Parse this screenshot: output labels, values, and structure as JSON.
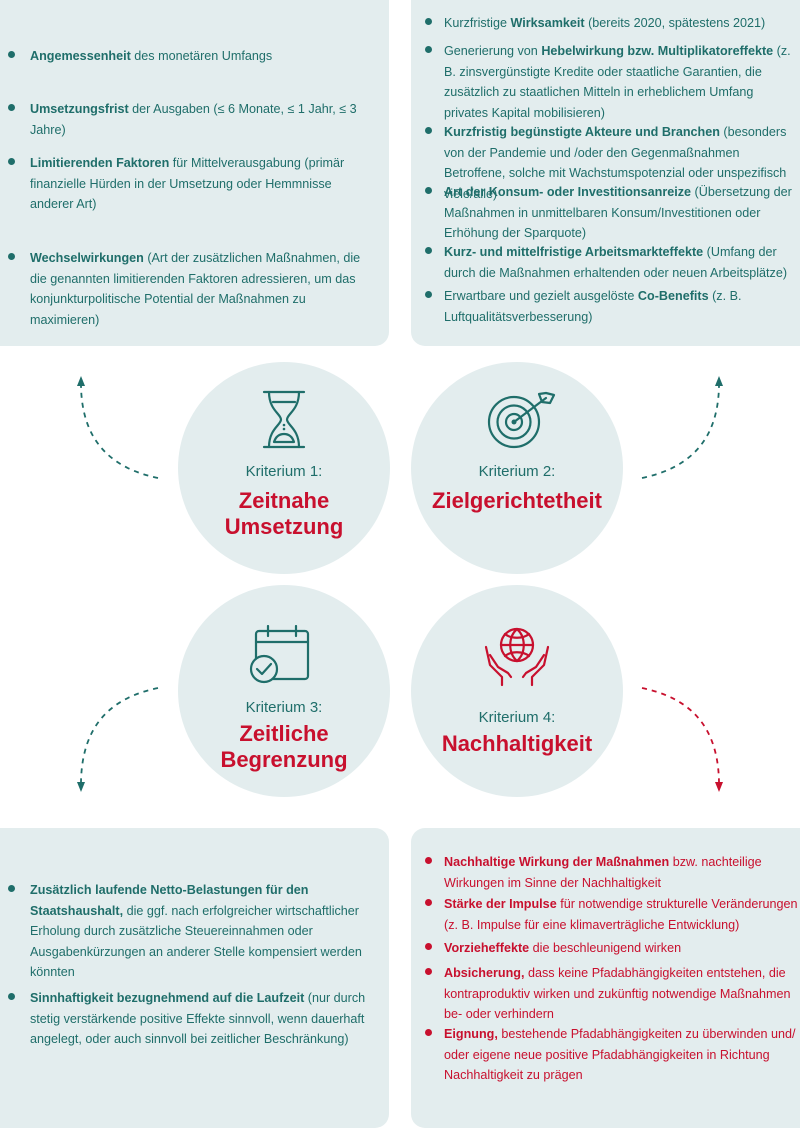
{
  "colors": {
    "teal": "#1f6e6a",
    "red": "#c8102e",
    "panel_bg": "#e3edee"
  },
  "panel_top_left": {
    "items": [
      {
        "bold": "Angemessenheit",
        "rest": " des monetären Umfangs"
      },
      {
        "bold": "Umsetzungsfrist",
        "rest": " der Ausgaben (≤ 6 Monate, ≤ 1 Jahr, ≤ 3 Jahre)"
      },
      {
        "bold": "Limitierenden Faktoren",
        "rest": " für Mittelverausgabung (primär finanzielle Hürden in der Umsetzung oder Hemmnisse anderer Art)"
      },
      {
        "bold": "Wechselwirkungen",
        "rest": " (Art der zusätzlichen Maßnahmen, die die genannten limitierenden Faktoren adressieren, um das konjunkturpolitische Potential der Maßnahmen zu maximieren)"
      }
    ]
  },
  "panel_top_right": {
    "items": [
      {
        "pre": "Kurzfristige ",
        "bold": "Wirksamkeit",
        "rest": " (bereits 2020, spätestens 2021)"
      },
      {
        "pre": "Generierung von ",
        "bold": "Hebelwirkung bzw. Multiplikatoreffekte",
        "rest": " (z. B. zinsvergünstigte Kredite oder staatliche Garantien, die zusätzlich zu staatlichen Mitteln in erheblichem Umfang privates Kapital mobilisieren)"
      },
      {
        "pre": "",
        "bold": "Kurzfristig begünstigte Akteure und Branchen",
        "rest": "  (besonders von der Pandemie und /oder den Gegenmaßnahmen Betroffene, solche mit Wachstumspotenzial oder unspezifisch viele/alle)"
      },
      {
        "pre": "",
        "bold": "Art der Konsum- oder Investitionsanreize",
        "rest": " (Übersetzung der Maßnahmen in unmittelbaren Konsum/Investitionen oder Erhöhung der Sparquote)"
      },
      {
        "pre": "",
        "bold": "Kurz- und mittelfristige Arbeitsmarkteffekte",
        "rest": " (Umfang der durch die Maßnahmen erhaltenden oder neuen Arbeitsplätze)"
      },
      {
        "pre": "Erwartbare und gezielt ausgelöste ",
        "bold": "Co-Benefits",
        "rest": " (z. B. Luftqualitätsverbesserung)"
      }
    ]
  },
  "panel_bottom_left": {
    "items": [
      {
        "bold": "Zusätzlich laufende Netto-Belastungen für den Staatshaushalt,",
        "rest": " die ggf. nach erfolgreicher wirtschaftlicher Erholung durch zusätzliche Steuereinnahmen oder Ausgabenkürzungen an anderer Stelle kompensiert werden könnten"
      },
      {
        "bold": "Sinnhaftigkeit bezugnehmend auf die Laufzeit",
        "rest": " (nur durch stetig verstärkende positive Effekte sinnvoll, wenn dauerhaft angelegt, oder auch sinnvoll bei zeitlicher Beschränkung)"
      }
    ]
  },
  "panel_bottom_right": {
    "items": [
      {
        "bold": "Nachhaltige Wirkung der Maßnahmen",
        "rest": " bzw. nachteilige Wirkungen im Sinne der Nachhaltigkeit"
      },
      {
        "bold": "Stärke der Impulse",
        "rest": " für notwendige strukturelle Veränderungen (z. B. Impulse für eine klimaverträgliche Entwicklung)"
      },
      {
        "bold": "Vorzieheffekte",
        "rest": " die beschleunigend wirken"
      },
      {
        "bold": "Absicherung,",
        "rest": " dass keine Pfadabhängigkeiten entstehen, die kontraproduktiv wirken und zukünftig notwendige Maßnahmen be- oder verhindern"
      },
      {
        "bold": "Eignung,",
        "rest": " bestehende Pfadabhängigkeiten zu überwinden und/ oder eigene neue positive Pfadabhängigkeiten in Richtung Nachhaltigkeit zu prägen"
      }
    ]
  },
  "criteria": [
    {
      "label": "Kriterium 1:",
      "title_line1": "Zeitnahe",
      "title_line2": "Umsetzung",
      "icon": "hourglass-icon"
    },
    {
      "label": "Kriterium 2:",
      "title_line1": "Zielgerichtetheit",
      "title_line2": "",
      "icon": "target-icon"
    },
    {
      "label": "Kriterium 3:",
      "title_line1": "Zeitliche",
      "title_line2": "Begrenzung",
      "icon": "calendar-check-icon"
    },
    {
      "label": "Kriterium 4:",
      "title_line1": "Nachhaltigkeit",
      "title_line2": "",
      "icon": "hands-globe-icon"
    }
  ]
}
